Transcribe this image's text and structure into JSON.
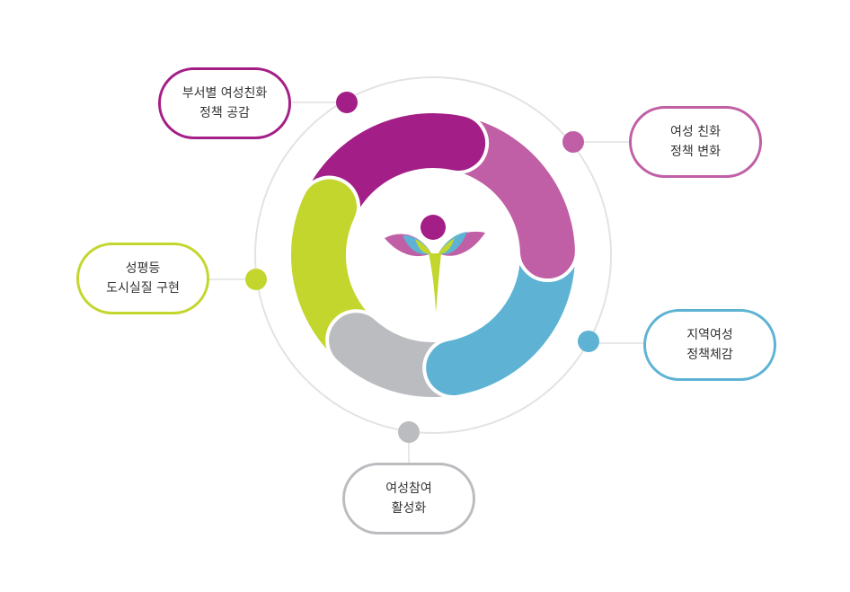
{
  "colors": {
    "purple": "#A31F87",
    "pink": "#C05FA5",
    "blue": "#5EB3D4",
    "gray": "#BBBCC0",
    "lime": "#C3D62E",
    "ring": "#E3E3E3",
    "connector": "#D0D0D0"
  },
  "center_icon": "sprout-figure-icon",
  "segments": [
    {
      "id": "purple",
      "line1": "부서별 여성친화",
      "line2": "정책 공감"
    },
    {
      "id": "pink",
      "line1": "여성 친화",
      "line2": "정책 변화"
    },
    {
      "id": "blue",
      "line1": "지역여성",
      "line2": "정책체감"
    },
    {
      "id": "gray",
      "line1": "여성참여",
      "line2": "활성화"
    },
    {
      "id": "lime",
      "line1": "성평등",
      "line2": "도시실질 구현"
    }
  ]
}
